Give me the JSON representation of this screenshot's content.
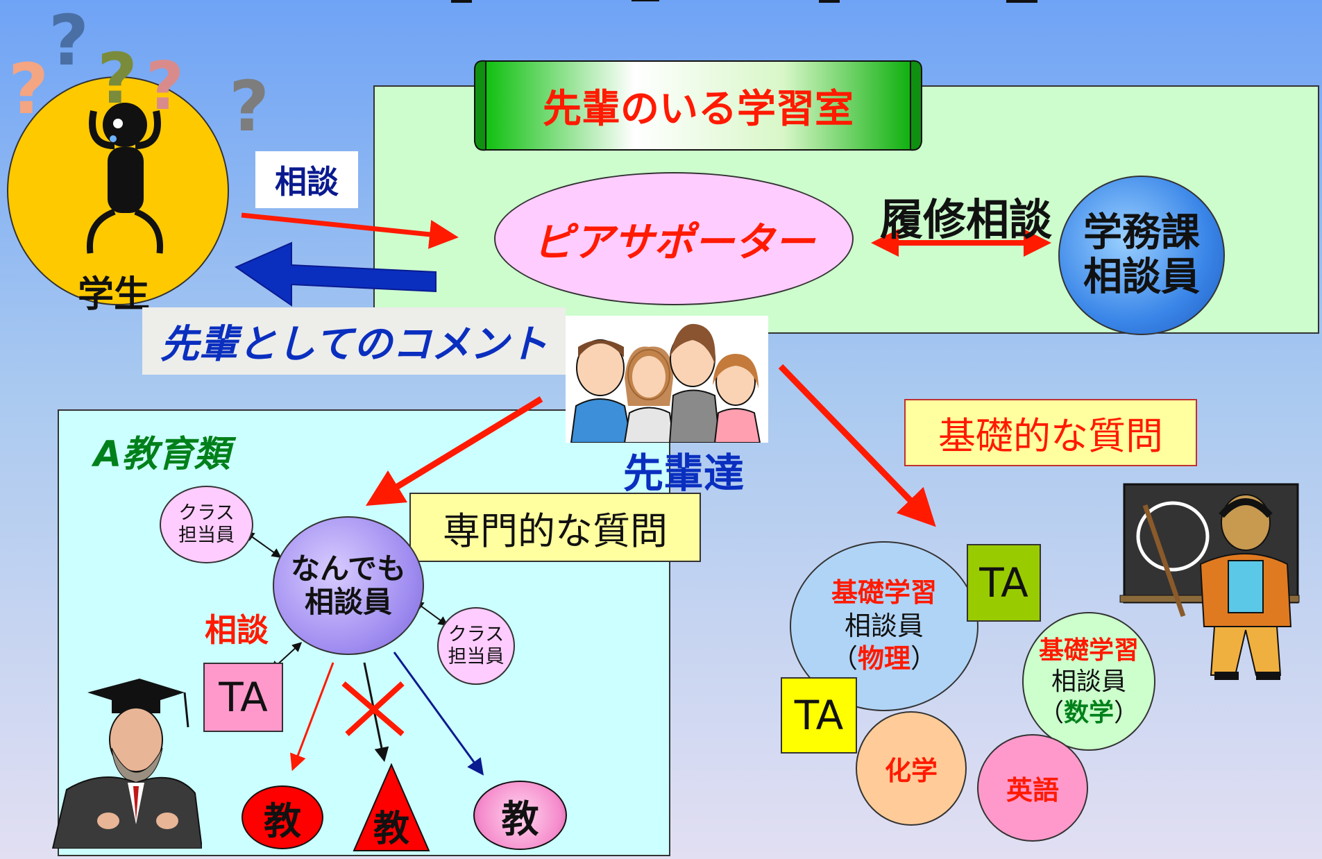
{
  "student": {
    "label": "学生"
  },
  "arrows": {
    "consult": "相談",
    "comment": "先輩としてのコメント"
  },
  "study_room": {
    "title": "先輩のいる学習室",
    "peer_supporter": "ピアサポーター",
    "course_consult": "履修相談",
    "affairs_counselor": [
      "学務課",
      "相談員"
    ]
  },
  "seniors": {
    "label": "先輩達"
  },
  "education": {
    "group_title": "A教育類",
    "specialized_question": "専門的な質問",
    "class_teacher_1": [
      "クラス",
      "担当員"
    ],
    "class_teacher_2": [
      "クラス",
      "担当員"
    ],
    "anything_counselor": [
      "なんでも",
      "相談員"
    ],
    "consult": "相談",
    "ta": "TA",
    "teacher_char": "教"
  },
  "basic": {
    "basic_question": "基礎的な質問",
    "physics": {
      "line1": "基礎学習",
      "line2": "相談員",
      "line3_open": "（",
      "line3_subject": "物理",
      "line3_close": "）"
    },
    "math": {
      "line1": "基礎学習",
      "line2": "相談員",
      "line3_open": "（",
      "line3_subject": "数学",
      "line3_close": "）"
    },
    "chemistry": "化学",
    "english": "英語",
    "ta_green": "TA",
    "ta_yellow": "TA"
  },
  "colors": {
    "red": "#ff1a00",
    "blue": "#0a2fbf",
    "green": "#00801a",
    "pale_green": "#cbf7cb",
    "pale_cyan": "#ccffff"
  }
}
